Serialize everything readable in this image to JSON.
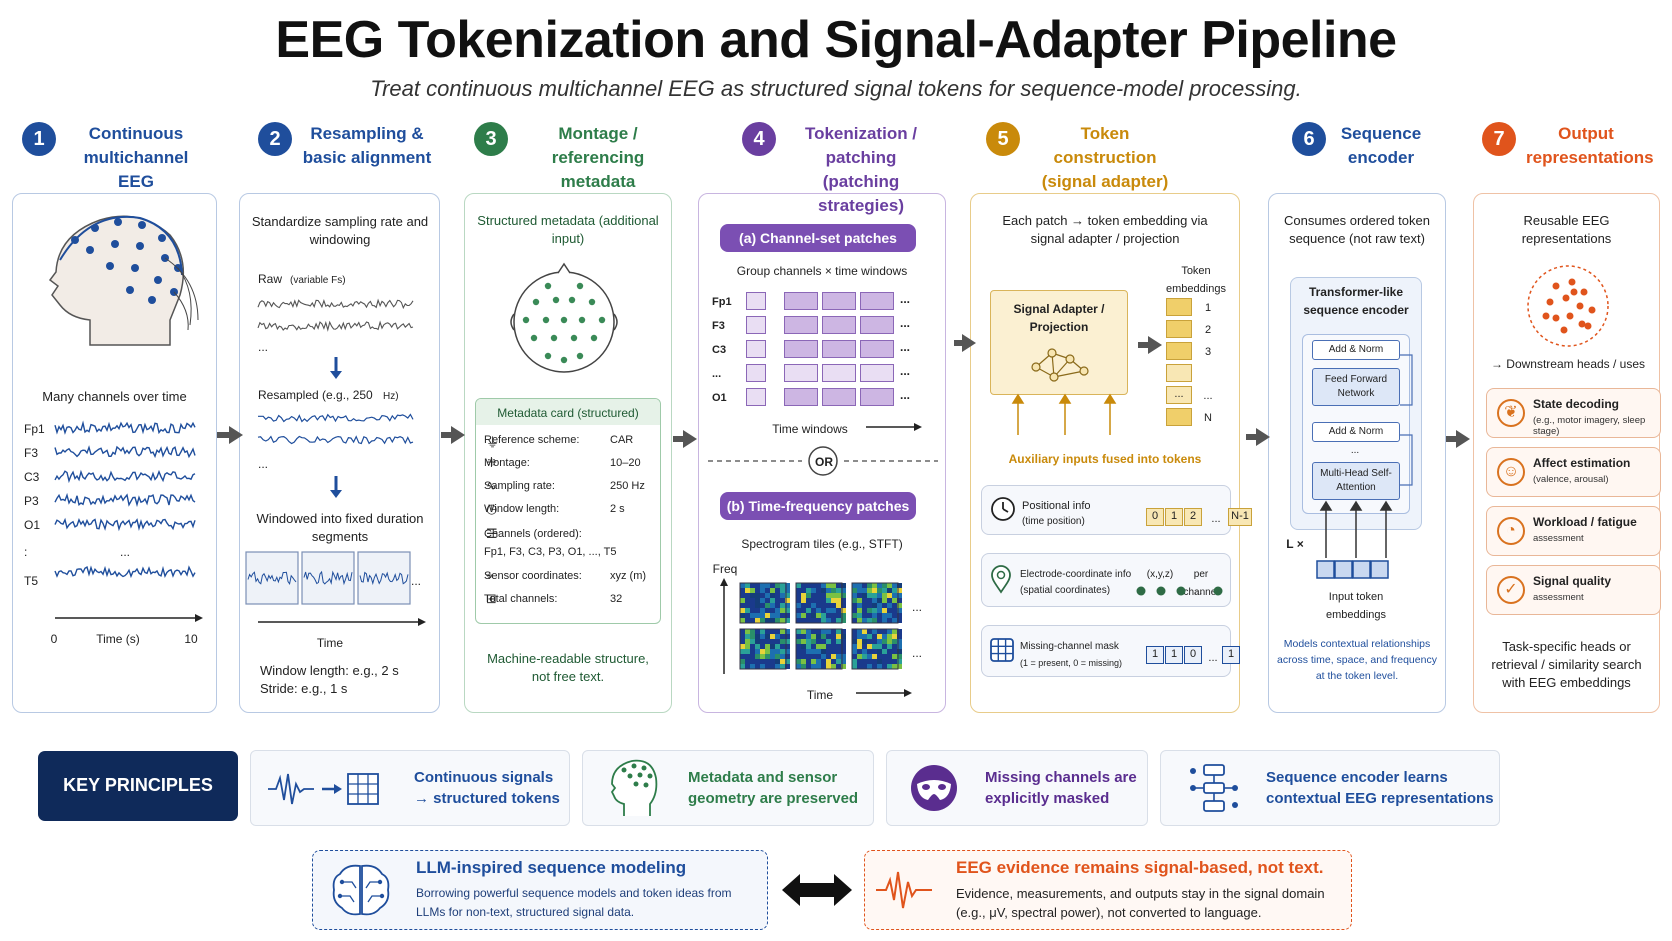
{
  "title": "EEG Tokenization and Signal-Adapter Pipeline",
  "subtitle": "Treat continuous multichannel EEG as structured signal tokens for sequence-model processing.",
  "colors": {
    "blue": "#1f4e9c",
    "navy": "#0f2a5a",
    "green": "#2e7d4a",
    "purple": "#6a3fa0",
    "gold": "#c98a0b",
    "orange": "#e0541c"
  },
  "steps": [
    {
      "num": "1",
      "title": "Continuous multichannel EEG"
    },
    {
      "num": "2",
      "title": "Resampling & basic alignment"
    },
    {
      "num": "3",
      "title": "Montage / referencing metadata"
    },
    {
      "num": "4",
      "title": "Tokenization / patching (patching strategies)"
    },
    {
      "num": "5",
      "title": "Token construction (signal adapter)"
    },
    {
      "num": "6",
      "title": "Sequence encoder"
    },
    {
      "num": "7",
      "title": "Output representations"
    }
  ],
  "p1": {
    "caption": "Many channels over time",
    "channels": [
      "Fp1",
      "F3",
      "C3",
      "P3",
      "O1",
      ":",
      "T5"
    ],
    "ellipsis": "...",
    "xaxis": {
      "start": "0",
      "label": "Time (s)",
      "end": "10"
    }
  },
  "p2": {
    "heading": "Standardize sampling rate and windowing",
    "raw": "Raw",
    "raw_note": "(variable Fs)",
    "resampled": "Resampled (e.g., 250",
    "resampled_unit": "Hz)",
    "dots": "...",
    "windowed": "Windowed into fixed duration segments",
    "time": "Time",
    "window_length": "Window length: e.g., 2 s",
    "stride": "Stride: e.g., 1 s"
  },
  "p3": {
    "heading": "Structured metadata (additional input)",
    "card_title": "Metadata card (structured)",
    "rows": [
      {
        "icon": "ground-icon",
        "label": "Reference scheme:",
        "value": "CAR"
      },
      {
        "icon": "network-icon",
        "label": "Montage:",
        "value": "10–20"
      },
      {
        "icon": "wave-icon",
        "label": "Sampling rate:",
        "value": "250 Hz"
      },
      {
        "icon": "clock-icon",
        "label": "Window length:",
        "value": "2 s"
      },
      {
        "icon": "list-icon",
        "label": "Channels (ordered):",
        "value": ""
      },
      {
        "icon": "pin-icon",
        "label": "Sensor coordinates:",
        "value": "xyz (m)"
      },
      {
        "icon": "grid-icon",
        "label": "Total channels:",
        "value": "32"
      }
    ],
    "channel_list": "Fp1, F3, C3, P3, O1, ..., T5",
    "footer": "Machine-readable structure, not free text."
  },
  "p4": {
    "pill_a": "(a) Channel-set patches",
    "group": "Group channels × time windows",
    "rows": [
      "Fp1",
      "F3",
      "C3",
      "...",
      "O1"
    ],
    "ellipsis": "...",
    "time_windows": "Time windows",
    "or": "OR",
    "pill_b": "(b) Time-frequency patches",
    "spectro": "Spectrogram tiles (e.g., STFT)",
    "freq": "Freq",
    "time": "Time"
  },
  "p5": {
    "heading": "Each patch → token embedding via signal adapter / projection",
    "adapter": "Signal Adapter / Projection",
    "tok_head": "Token embeddings",
    "tok_labels": [
      "1",
      "2",
      "3",
      "",
      "...",
      "N"
    ],
    "aux": "Auxiliary inputs fused into tokens",
    "pos_title": "Positional info",
    "pos_sub": "(time position)",
    "pos_vals": [
      "0",
      "1",
      "2",
      "...",
      "N-1"
    ],
    "elec_title": "Electrode-coordinate info",
    "elec_sub": "(spatial coordinates)",
    "elec_note": "(x,y,z)",
    "elec_per": "per channel",
    "elec_dots": "...",
    "mask_title": "Missing-channel mask",
    "mask_sub": "(1 = present, 0 = missing)",
    "mask_vals": [
      "1",
      "1",
      "0",
      "...",
      "1"
    ]
  },
  "p6": {
    "heading": "Consumes ordered token sequence (not raw text)",
    "enc_title": "Transformer-like sequence encoder",
    "add_norm": "Add & Norm",
    "ffn": "Feed Forward Network",
    "dots": "...",
    "mhsa": "Multi-Head Self-Attention",
    "lx": "L ×",
    "input": "Input token embeddings",
    "note": "Models contextual relationships across time, space, and frequency at the token level."
  },
  "p7": {
    "heading": "Reusable EEG representations",
    "downstream": "→ Downstream heads / uses",
    "cards": [
      {
        "icon": "brain-icon",
        "title": "State decoding",
        "sub": "(e.g., motor imagery, sleep stage)"
      },
      {
        "icon": "smile-icon",
        "title": "Affect estimation",
        "sub": "(valence, arousal)"
      },
      {
        "icon": "gauge-icon",
        "title": "Workload / fatigue",
        "sub": "assessment"
      },
      {
        "icon": "shield-check-icon",
        "title": "Signal quality",
        "sub": "assessment"
      }
    ],
    "footer": "Task-specific heads or retrieval / similarity search with EEG embeddings"
  },
  "key": {
    "label": "KEY PRINCIPLES",
    "items": [
      "Continuous signals → structured tokens",
      "Metadata and sensor geometry are preserved",
      "Missing channels are explicitly masked",
      "Sequence encoder learns contextual EEG representations"
    ]
  },
  "bottom": {
    "left_title": "LLM-inspired sequence modeling",
    "left_text": "Borrowing powerful sequence models and token ideas from LLMs for non-text, structured signal data.",
    "right_title": "EEG evidence remains signal-based, not text.",
    "right_text": "Evidence, measurements, and outputs stay in the signal domain (e.g., μV, spectral power), not converted to language."
  }
}
